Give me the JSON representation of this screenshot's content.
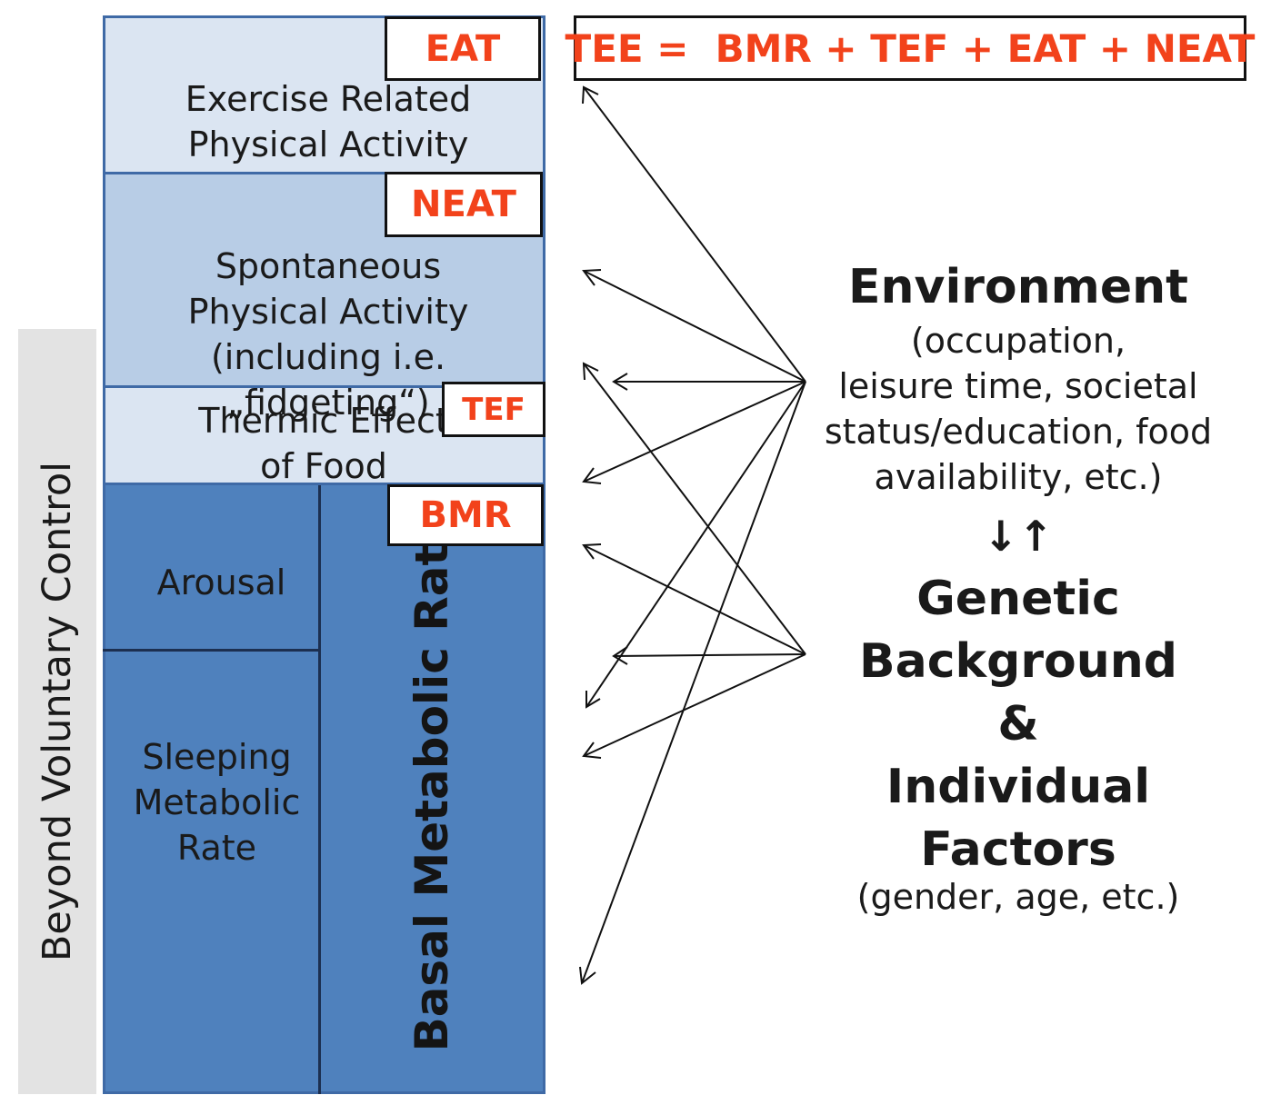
{
  "side_label": "Beyond Voluntary Control",
  "blocks": {
    "eat": {
      "tag": "EAT",
      "text": "Exercise Related\nPhysical Activity"
    },
    "neat": {
      "tag": "NEAT",
      "text": "Spontaneous\nPhysical Activity\n(including i.e. „fidgeting“)"
    },
    "tef": {
      "tag": "TEF",
      "text": "Thermic Effect\nof Food"
    },
    "bmr": {
      "tag": "BMR",
      "vertical_label": "Basal Metabolic Rat",
      "arousal": "Arousal",
      "sleeping": "Sleeping\nMetabolic\nRate"
    }
  },
  "equation": "TEE =  BMR + TEF + EAT + NEAT",
  "environment": {
    "title": "Environment",
    "description": "(occupation,\nleisure time, societal\nstatus/education, food\navailability, etc.)"
  },
  "link_symbol": "↓↑",
  "genetic": {
    "title": "Genetic\nBackground\n&\nIndividual\nFactors",
    "description": "(gender, age, etc.)"
  },
  "colors": {
    "tag_text": "#f2421b",
    "bmr_fill": "#4f81bd",
    "light_fill": "#dbe5f2",
    "neat_fill": "#b8cde6",
    "side_band": "#e3e3e3"
  }
}
